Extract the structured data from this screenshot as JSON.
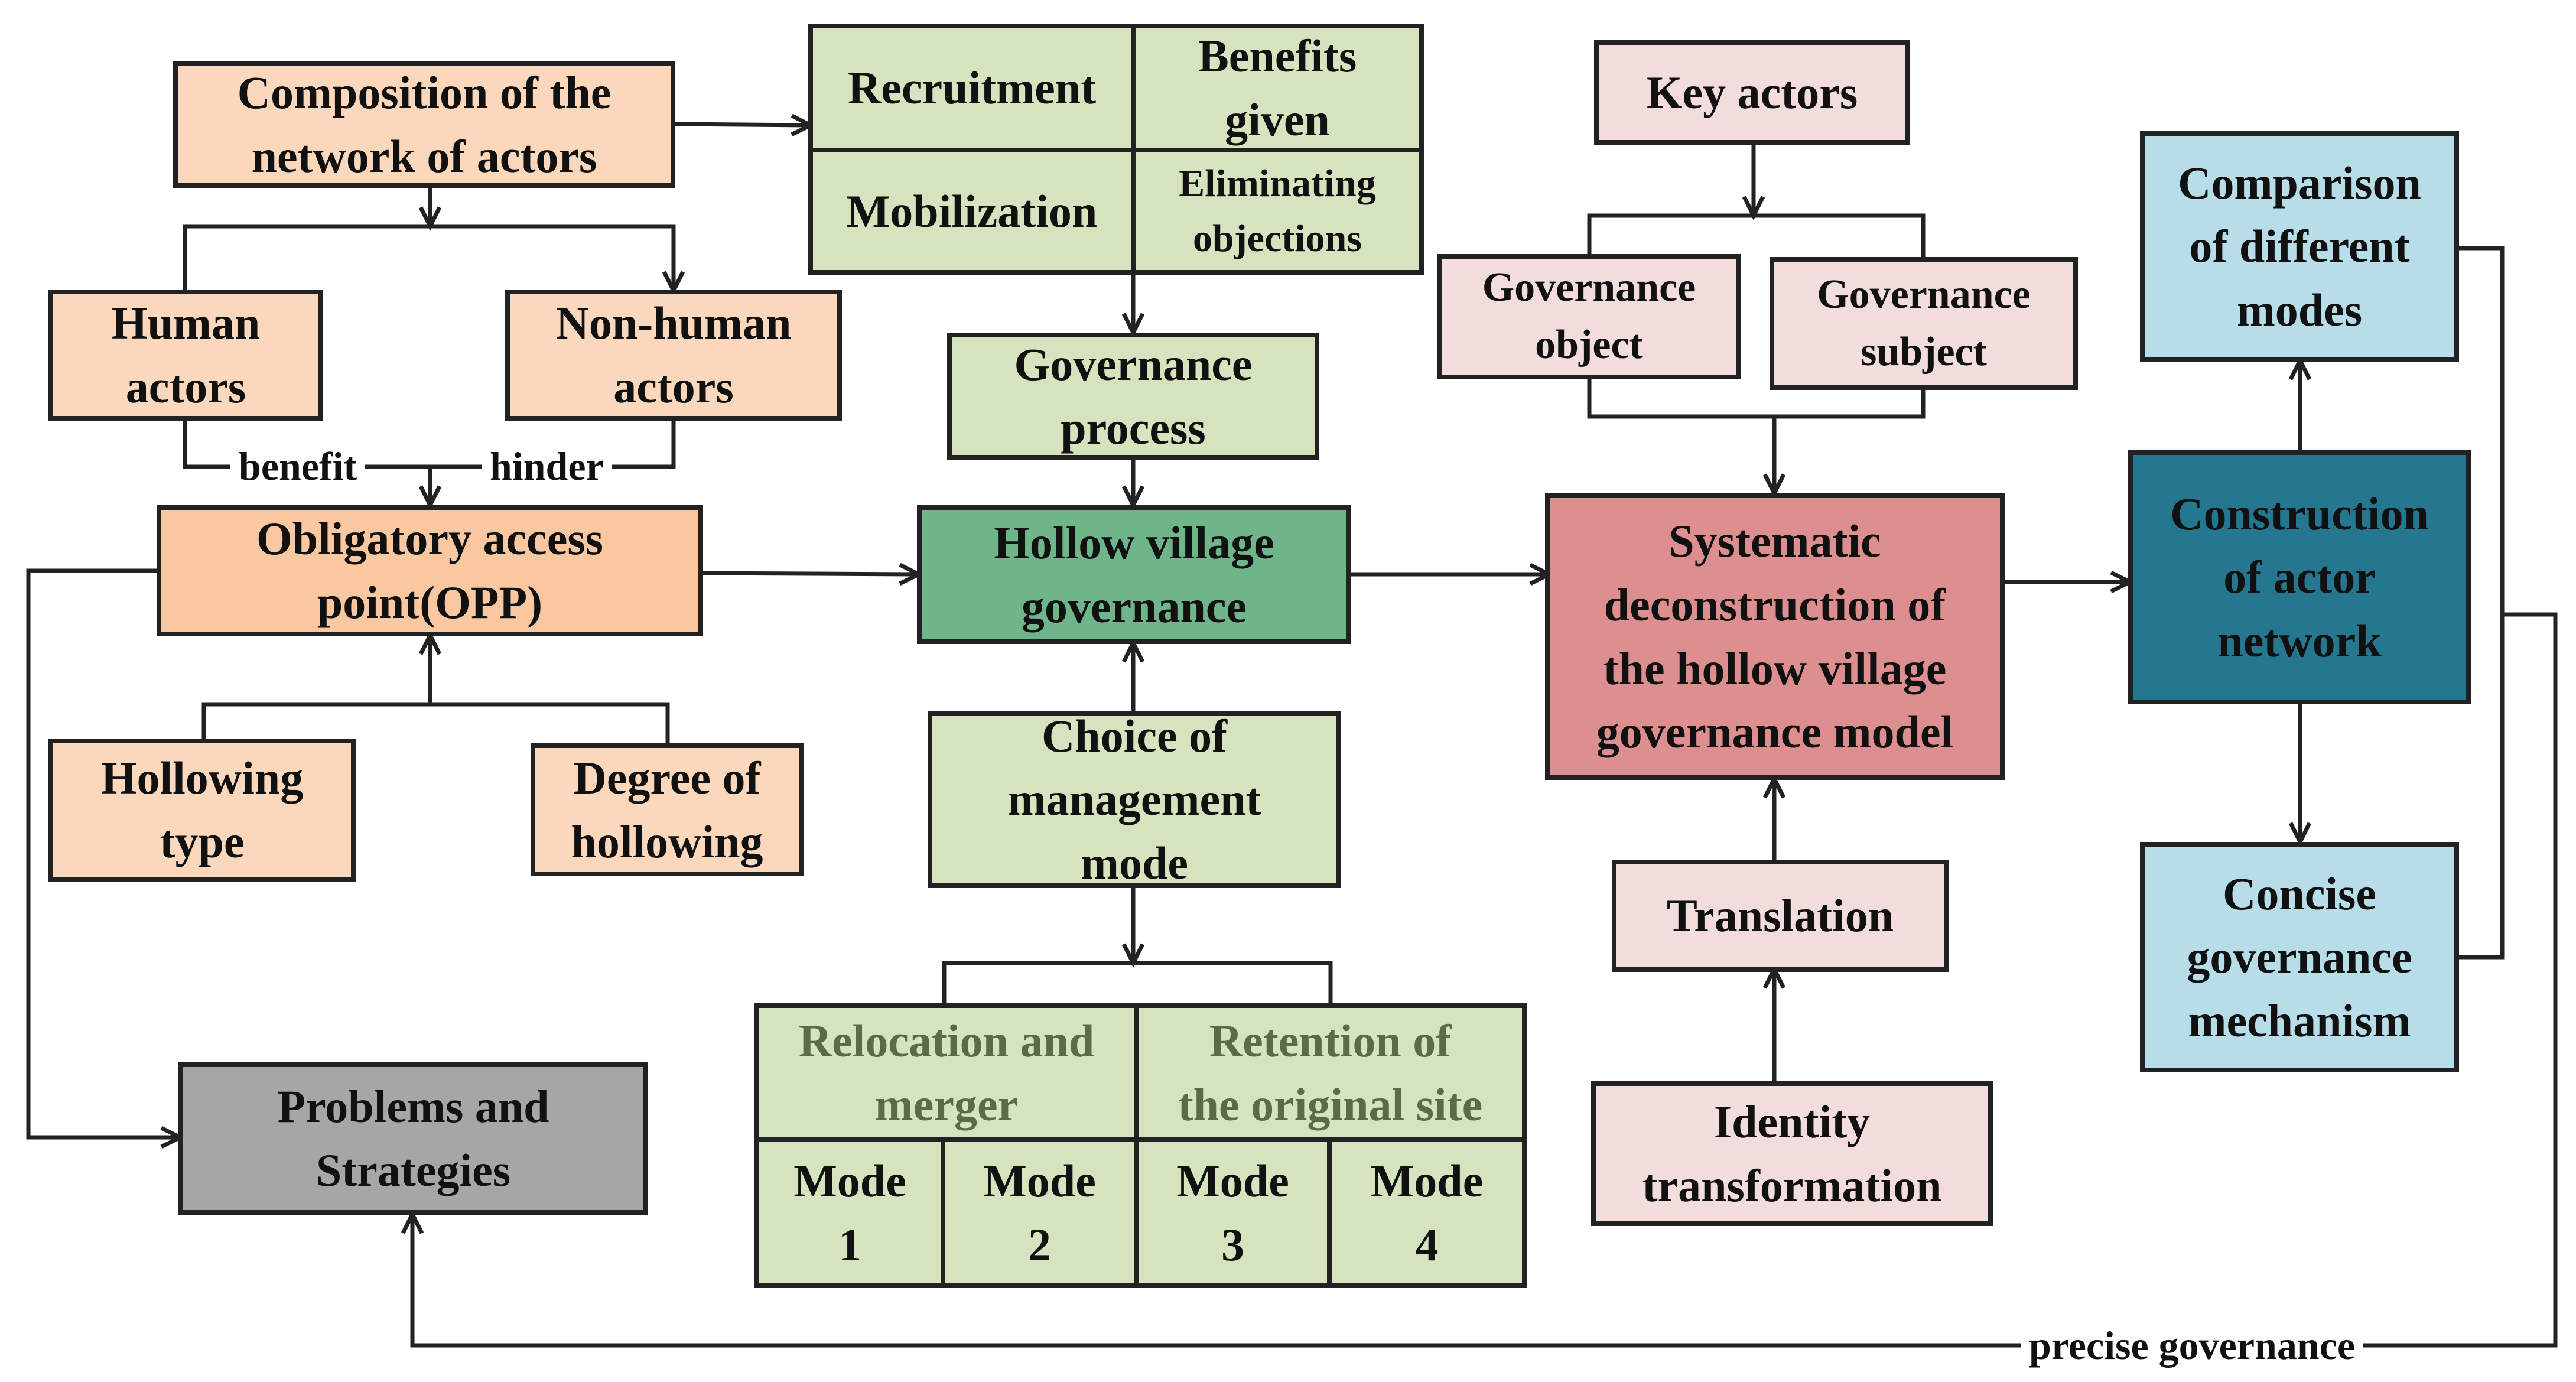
{
  "nodes": {
    "composition": "Composition of the\nnetwork of actors",
    "human": "Human\nactors",
    "nonhuman": "Non-human\nactors",
    "opp": "Obligatory access\npoint(OPP)",
    "hollowing_type": "Hollowing\ntype",
    "degree": "Degree of\nhollowing",
    "problems": "Problems and\nStrategies",
    "recruitment": "Recruitment",
    "benefits": "Benefits\ngiven",
    "mobilization": "Mobilization",
    "eliminating": "Eliminating\nobjections",
    "gov_process": "Governance\nprocess",
    "hollow_gov": "Hollow village\ngovernance",
    "choice": "Choice of\nmanagement\nmode",
    "relocation": "Relocation and\nmerger",
    "retention": "Retention of\nthe original site",
    "mode1": "Mode\n1",
    "mode2": "Mode\n2",
    "mode3": "Mode\n3",
    "mode4": "Mode\n4",
    "key_actors": "Key actors",
    "gov_object": "Governance\nobject",
    "gov_subject": "Governance\nsubject",
    "systematic": "Systematic\ndeconstruction of\nthe hollow village\ngovernance model",
    "translation": "Translation",
    "identity": "Identity\ntransformation",
    "comparison": "Comparison\nof different\nmodes",
    "construction": "Construction\nof actor\nnetwork",
    "concise": "Concise\ngovernance\nmechanism"
  },
  "edge_labels": {
    "benefit": "benefit",
    "hinder": "hinder",
    "precise_governance": "precise governance"
  },
  "colors": {
    "peach": "#fbd8bc",
    "opp": "#f9c8a1",
    "light_green": "#d6e3bf",
    "green": "#6fb58a",
    "pink": "#f3dcdc",
    "salmon": "#dd8f8f",
    "light_blue": "#b6dde8",
    "teal": "#25768f",
    "gray": "#a6a6a6"
  }
}
